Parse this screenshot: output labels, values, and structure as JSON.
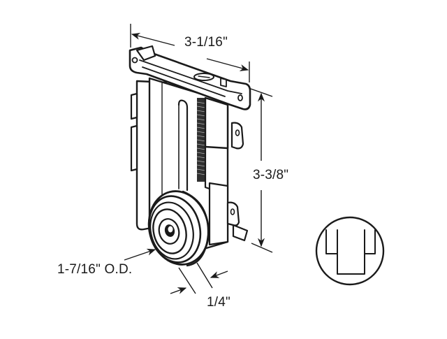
{
  "diagram": {
    "subject": "Sliding door roller assembly",
    "colors": {
      "ink": "#1a1a1a",
      "background": "#ffffff"
    },
    "dimensions": {
      "width": "3-1/16\"",
      "height": "3-3/8\"",
      "wheel_diameter": "1-7/16\" O.D.",
      "wheel_thickness": "1/4\""
    },
    "inset": {
      "name": "groove-profile-icon",
      "shape": "circle with stepped U-channel profile"
    }
  }
}
